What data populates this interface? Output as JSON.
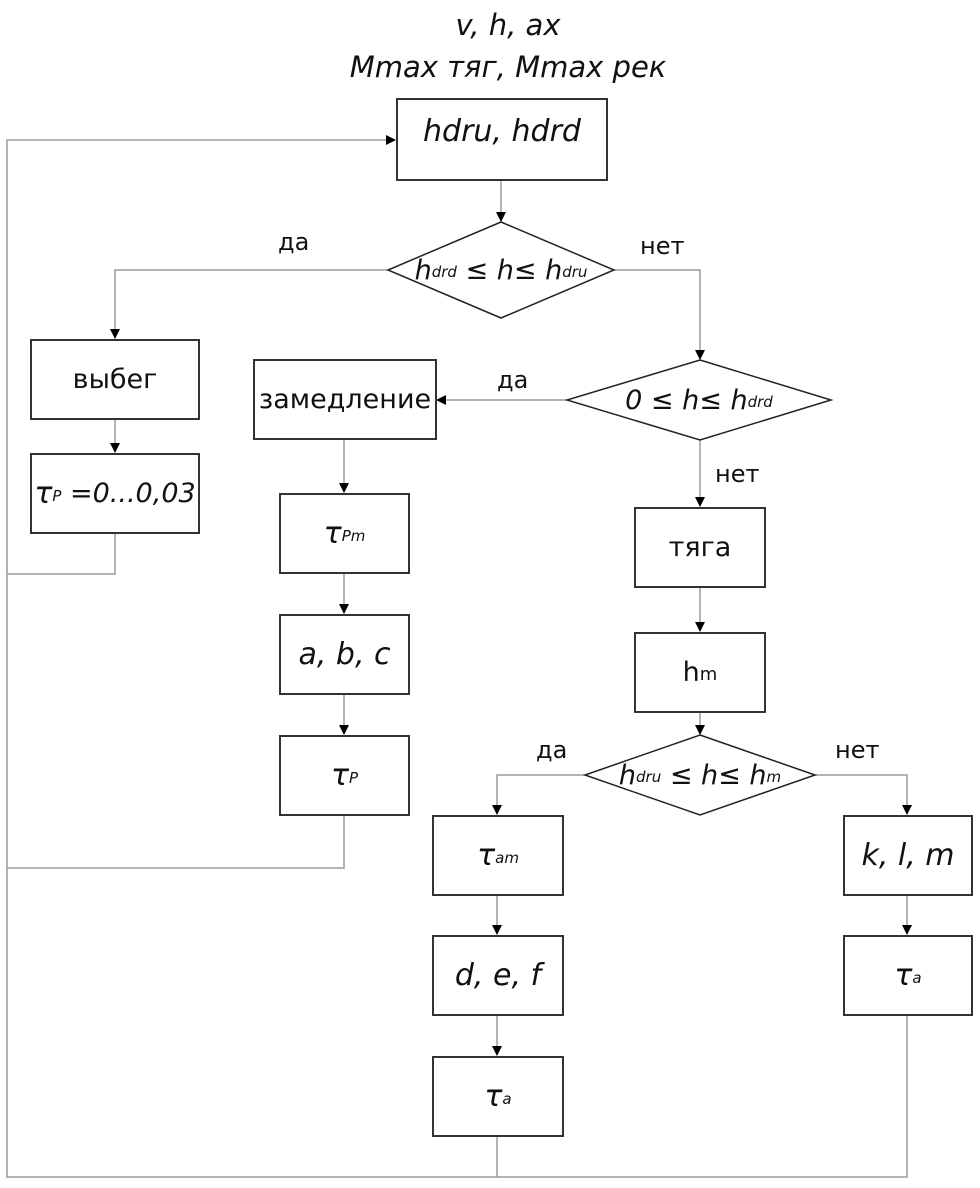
{
  "inputs": {
    "line1": "v, h, ax",
    "line2": "Mmax тяг, Mmax рек"
  },
  "nodes": {
    "thresholds": "hdru, hdrd",
    "decision1": {
      "h": "h",
      "sub_left": "drd",
      "op": " ≤ h≤ ",
      "h2": "h",
      "sub_right": "dru"
    },
    "coast": "выбег",
    "coast_tau": {
      "sym": "τ",
      "sub": "P",
      "rest": " =0...0,03"
    },
    "decel": "замедление",
    "decision2": {
      "lead": "0 ≤ h≤ ",
      "h": "h",
      "sub": "drd"
    },
    "decel_tau_m": {
      "sym": "τ",
      "sub": "Pm"
    },
    "decel_coeffs": "a, b, c",
    "decel_tau": {
      "sym": "τ",
      "sub": "P"
    },
    "traction": "тяга",
    "hm": {
      "h": "h",
      "sub": "m"
    },
    "decision3": {
      "h": "h",
      "sub_left": "dru",
      "op": " ≤ h≤ ",
      "h2": "h",
      "sub_right": "m"
    },
    "accel_tau_m": {
      "sym": "τ",
      "sub": "am"
    },
    "accel_coeffs_def": "d, e, f",
    "accel_tau_left": {
      "sym": "τ",
      "sub": "a"
    },
    "accel_coeffs_klm": "k, l, m",
    "accel_tau_right": {
      "sym": "τ",
      "sub": "a"
    }
  },
  "labels": {
    "d1_yes": "да",
    "d1_no": "нет",
    "d2_yes": "да",
    "d2_no": "нет",
    "d3_yes": "да",
    "d3_no": "нет"
  },
  "colors": {
    "box_border": "#333333",
    "connector": "#9a9a9a",
    "arrowhead": "#000000"
  }
}
